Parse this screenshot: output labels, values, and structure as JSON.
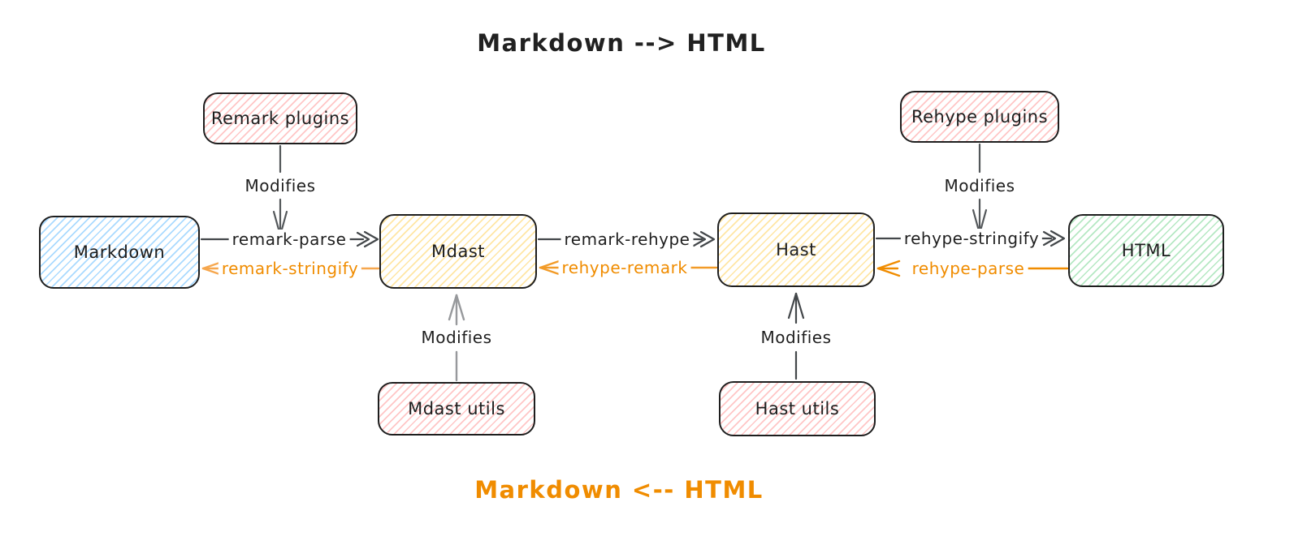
{
  "titles": {
    "top": "Markdown --> HTML",
    "bottom": "Markdown <-- HTML"
  },
  "nodes": {
    "remark_plugins": {
      "label": "Remark plugins",
      "fill": "pink"
    },
    "rehype_plugins": {
      "label": "Rehype plugins",
      "fill": "pink"
    },
    "markdown": {
      "label": "Markdown",
      "fill": "blue"
    },
    "mdast": {
      "label": "Mdast",
      "fill": "yellow"
    },
    "hast": {
      "label": "Hast",
      "fill": "yellow"
    },
    "html": {
      "label": "HTML",
      "fill": "green"
    },
    "mdast_utils": {
      "label": "Mdast utils",
      "fill": "pink"
    },
    "hast_utils": {
      "label": "Hast utils",
      "fill": "pink"
    }
  },
  "edges": {
    "remark_parse": {
      "label": "remark-parse",
      "from": "Markdown",
      "to": "Mdast",
      "direction": "right",
      "color": "dark"
    },
    "remark_stringify": {
      "label": "remark-stringify",
      "from": "Mdast",
      "to": "Markdown",
      "direction": "left",
      "color": "orange"
    },
    "remark_rehype": {
      "label": "remark-rehype",
      "from": "Mdast",
      "to": "Hast",
      "direction": "right",
      "color": "dark"
    },
    "rehype_remark": {
      "label": "rehype-remark",
      "from": "Hast",
      "to": "Mdast",
      "direction": "left",
      "color": "orange"
    },
    "rehype_stringify": {
      "label": "rehype-stringify",
      "from": "Hast",
      "to": "HTML",
      "direction": "right",
      "color": "dark"
    },
    "rehype_parse": {
      "label": "rehype-parse",
      "from": "HTML",
      "to": "Hast",
      "direction": "left",
      "color": "orange"
    },
    "remark_plugins_modifies": {
      "label": "Modifies",
      "from": "Remark plugins",
      "direction": "down"
    },
    "rehype_plugins_modifies": {
      "label": "Modifies",
      "from": "Rehype plugins",
      "direction": "down"
    },
    "mdast_utils_modifies": {
      "label": "Modifies",
      "from": "Mdast utils",
      "to": "Mdast",
      "direction": "up"
    },
    "hast_utils_modifies": {
      "label": "Modifies",
      "from": "Hast utils",
      "to": "Hast",
      "direction": "up"
    }
  },
  "colors": {
    "stroke_dark": "#1e1e1e",
    "arrow_gray": "#43474a",
    "accent_orange": "#f08c00",
    "fill_blue": "#a5d8ff",
    "fill_yellow": "#ffd873",
    "fill_green": "#b2f2bb",
    "fill_pink": "#ffc9c9",
    "background": "#ffffff"
  }
}
